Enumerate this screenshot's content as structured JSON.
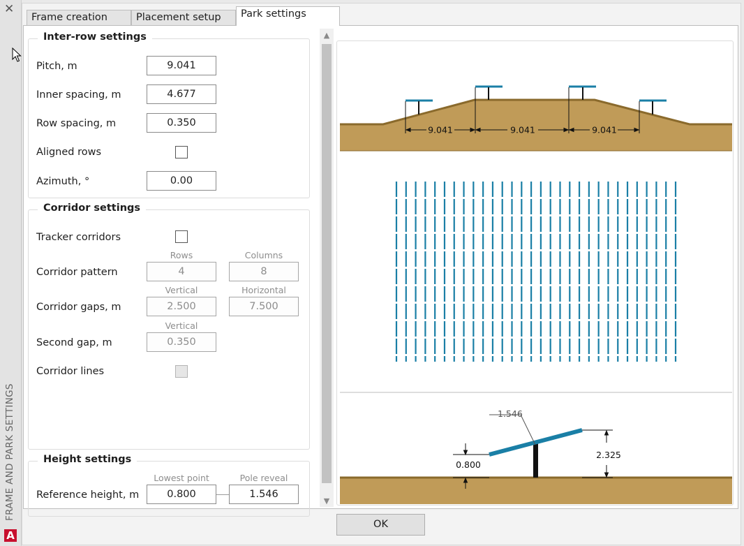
{
  "window": {
    "side_title": "FRAME AND PARK SETTINGS",
    "close_glyph": "✕",
    "logo_text": "A"
  },
  "tabs": [
    {
      "label": "Frame creation"
    },
    {
      "label": "Placement setup"
    },
    {
      "label": "Park settings"
    }
  ],
  "inter_row": {
    "title": "Inter-row settings",
    "pitch": {
      "label": "Pitch, m",
      "value": "9.041"
    },
    "inner_spacing": {
      "label": "Inner spacing, m",
      "value": "4.677"
    },
    "row_spacing": {
      "label": "Row spacing, m",
      "value": "0.350"
    },
    "aligned_rows": {
      "label": "Aligned rows",
      "checked": false
    },
    "azimuth": {
      "label": "Azimuth, °",
      "value": "0.00"
    }
  },
  "corridor": {
    "title": "Corridor settings",
    "tracker_corridors": {
      "label": "Tracker corridors",
      "checked": false
    },
    "pattern": {
      "label": "Corridor pattern",
      "sub1": "Rows",
      "sub2": "Columns",
      "v1": "4",
      "v2": "8"
    },
    "gaps": {
      "label": "Corridor gaps, m",
      "sub1": "Vertical",
      "sub2": "Horizontal",
      "v1": "2.500",
      "v2": "7.500"
    },
    "second_gap": {
      "label": "Second gap, m",
      "sub1": "Vertical",
      "v1": "0.350"
    },
    "corridor_lines": {
      "label": "Corridor lines",
      "checked": false
    }
  },
  "height": {
    "title": "Height settings",
    "reference": {
      "label": "Reference height, m",
      "sub1": "Lowest point",
      "sub2": "Pole reveal",
      "v1": "0.800",
      "v2": "1.546"
    }
  },
  "preview": {
    "pitch_dims": [
      "9.041",
      "9.041",
      "9.041"
    ],
    "row_count": 30,
    "tilt_panel_label": "1.546",
    "low_height_label": "0.800",
    "high_height_label": "2.325"
  },
  "colors": {
    "ground": "#c09b58",
    "ground_line": "#8a6a2c",
    "panel": "#1a7fa6",
    "pole": "#111111"
  },
  "ok_label": "OK"
}
